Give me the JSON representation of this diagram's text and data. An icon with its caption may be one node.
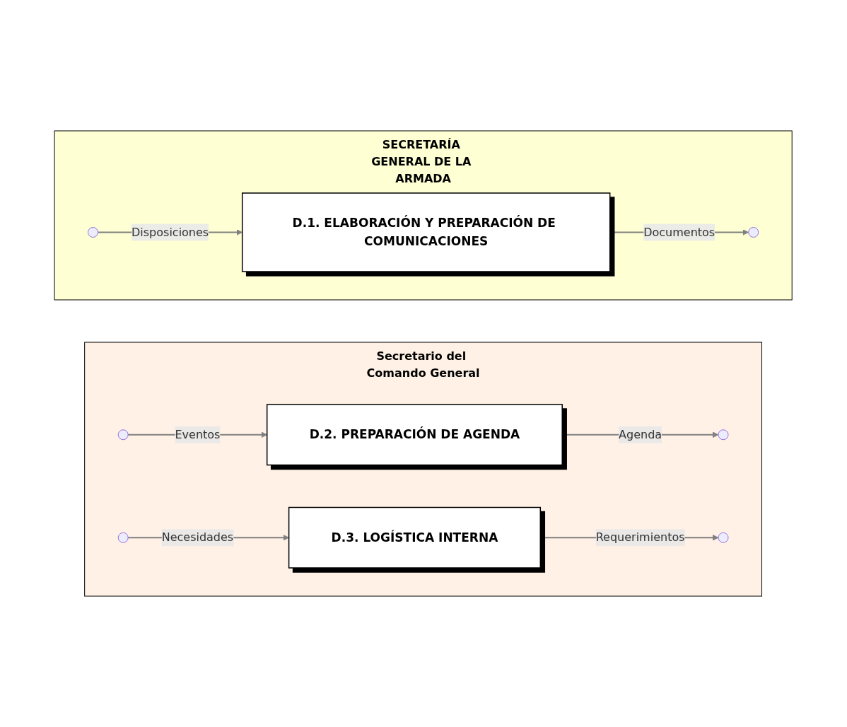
{
  "diagram": {
    "nodes": [
      {
        "text": [
          "SECRETARÍA GENERAL DE LA ARMADA"
        ]
      },
      {
        "text": [],
        "shape": "circle",
        "in": 0
      },
      {
        "text": [
          "D.1. ELABORACIÓN Y PREPARACIÓN DE COMUNICACIONES"
        ],
        "in": 0
      },
      {
        "text": [],
        "shape": "circle",
        "in": 0
      },
      {
        "text": [
          "Secretario del Comando General"
        ]
      },
      {
        "text": [],
        "shape": "circle",
        "in": 4
      },
      {
        "text": [
          "D.2. PREPARACIÓN DE AGENDA"
        ],
        "in": 4
      },
      {
        "text": [],
        "shape": "circle",
        "in": 4
      },
      {
        "text": [],
        "shape": "circle",
        "in": 4
      },
      {
        "text": [
          "D.3. LOGÍSTICA INTERNA"
        ],
        "in": 4
      },
      {
        "text": [],
        "shape": "circle",
        "in": 4
      }
    ],
    "edges": [
      {
        "from": 1,
        "to": 2,
        "arrow": "to",
        "label": "Disposiciones"
      },
      {
        "from": 2,
        "to": 3,
        "arrow": "to",
        "label": "Documentos"
      },
      {
        "from": 5,
        "to": 6,
        "arrow": "to",
        "label": "Eventos"
      },
      {
        "from": 6,
        "to": 7,
        "arrow": "to",
        "label": "Agenda"
      },
      {
        "from": 8,
        "to": 9,
        "arrow": "to",
        "label": "Necesidades"
      },
      {
        "from": 9,
        "to": 10,
        "arrow": "to",
        "label": "Requerimientos"
      }
    ]
  }
}
